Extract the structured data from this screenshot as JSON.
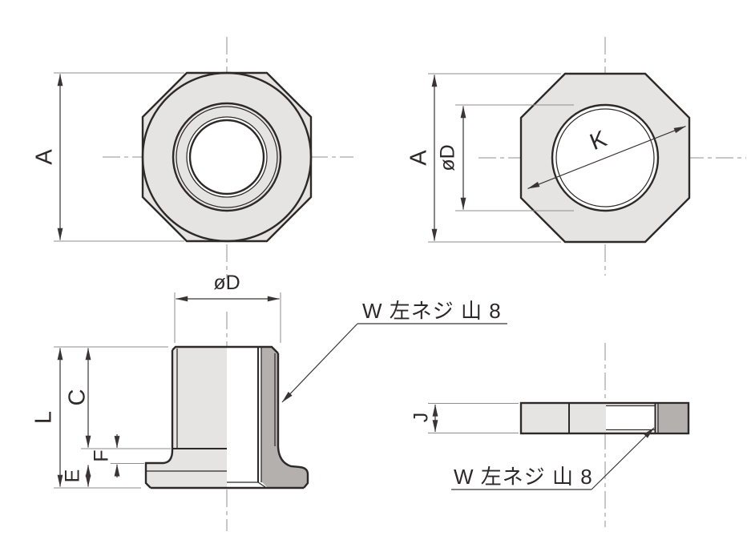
{
  "drawing": {
    "views": {
      "front": {
        "dim_across_flats": "A"
      },
      "back": {
        "dim_across_flats": "A",
        "dim_hole_diameter": "øD",
        "dim_across_corners": "K"
      },
      "section_side": {
        "dim_outer_diameter": "øD",
        "dim_total_height": "L",
        "dim_thread_length": "C",
        "dim_neck": "F",
        "dim_flange_height": "E",
        "thread_note": "W 左ネジ 山 8"
      },
      "ring_side": {
        "dim_thickness": "J",
        "thread_note": "W 左ネジ 山 8"
      }
    },
    "colors": {
      "body_fill": "#e6e4e2",
      "shaded_fill": "#b3b0ae",
      "outline": "#2e2829",
      "dimension_line": "#3a3435",
      "extension_line": "#8f8d8d",
      "centerline": "#929292",
      "background": "#ffffff"
    }
  }
}
